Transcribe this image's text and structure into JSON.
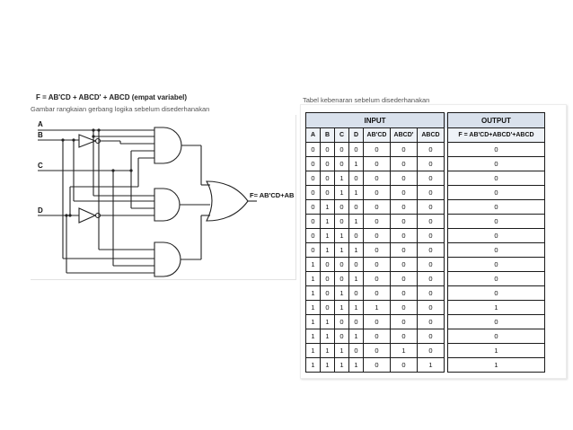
{
  "left": {
    "title": "F = AB'CD + ABCD' + ABCD (empat variabel)",
    "subtitle": "Gambar rangkaian gerbang logika sebelum disederhanakan"
  },
  "circuit": {
    "inputs": [
      "A",
      "B",
      "C",
      "D"
    ],
    "output_label": "F= AB'CD+AB"
  },
  "right": {
    "title": "Tabel kebenaran sebelum disederhanakan"
  },
  "table": {
    "group_input": "INPUT",
    "group_output": "OUTPUT",
    "headers": [
      "A",
      "B",
      "C",
      "D",
      "AB'CD",
      "ABCD'",
      "ABCD",
      "F = AB'CD+ABCD'+ABCD"
    ],
    "rows": [
      [
        "0",
        "0",
        "0",
        "0",
        "0",
        "0",
        "0",
        "0"
      ],
      [
        "0",
        "0",
        "0",
        "1",
        "0",
        "0",
        "0",
        "0"
      ],
      [
        "0",
        "0",
        "1",
        "0",
        "0",
        "0",
        "0",
        "0"
      ],
      [
        "0",
        "0",
        "1",
        "1",
        "0",
        "0",
        "0",
        "0"
      ],
      [
        "0",
        "1",
        "0",
        "0",
        "0",
        "0",
        "0",
        "0"
      ],
      [
        "0",
        "1",
        "0",
        "1",
        "0",
        "0",
        "0",
        "0"
      ],
      [
        "0",
        "1",
        "1",
        "0",
        "0",
        "0",
        "0",
        "0"
      ],
      [
        "0",
        "1",
        "1",
        "1",
        "0",
        "0",
        "0",
        "0"
      ],
      [
        "1",
        "0",
        "0",
        "0",
        "0",
        "0",
        "0",
        "0"
      ],
      [
        "1",
        "0",
        "0",
        "1",
        "0",
        "0",
        "0",
        "0"
      ],
      [
        "1",
        "0",
        "1",
        "0",
        "0",
        "0",
        "0",
        "0"
      ],
      [
        "1",
        "0",
        "1",
        "1",
        "1",
        "0",
        "0",
        "1"
      ],
      [
        "1",
        "1",
        "0",
        "0",
        "0",
        "0",
        "0",
        "0"
      ],
      [
        "1",
        "1",
        "0",
        "1",
        "0",
        "0",
        "0",
        "0"
      ],
      [
        "1",
        "1",
        "1",
        "0",
        "0",
        "1",
        "0",
        "1"
      ],
      [
        "1",
        "1",
        "1",
        "1",
        "0",
        "0",
        "1",
        "1"
      ]
    ]
  }
}
